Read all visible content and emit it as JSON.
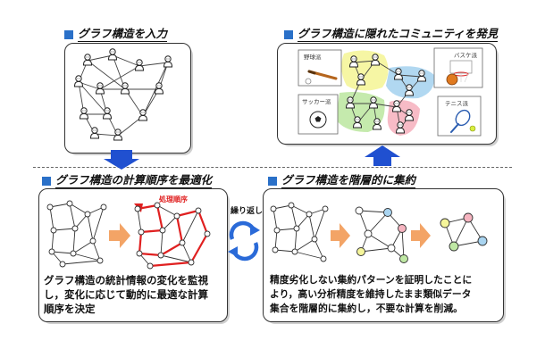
{
  "titles": {
    "input": "グラフ構造を入力",
    "discover": "グラフ構造に隠れたコミュニティを発見",
    "optimize": "グラフ構造の計算順序を最適化",
    "aggregate": "グラフ構造を階層的に集約"
  },
  "labels": {
    "processing_order": "処理順序",
    "repeat": "繰り返し"
  },
  "communities": [
    "野球派",
    "バスケ派",
    "サッカー派",
    "テニス派"
  ],
  "descriptions": {
    "optimize": [
      "グラフ構造の統計情報の変化を監視",
      "し，変化に応じて動的に最適な計算",
      "順序を決定"
    ],
    "aggregate": [
      "精度劣化しない集約パターンを証明したことに",
      "より，高い分析精度を維持したまま類似データ",
      "集合を階層的に集約し，不要な計算を削減。"
    ]
  },
  "colors": {
    "accent": "#2a70c8",
    "arrow_blue": "#2050d0",
    "arrow_orange": "#f3a466",
    "path_red": "#e02020",
    "community_yellow": "#f5f59a",
    "community_blue": "#a9d4f0",
    "community_green": "#bfe8a4",
    "community_pink": "#f6b4c0"
  }
}
